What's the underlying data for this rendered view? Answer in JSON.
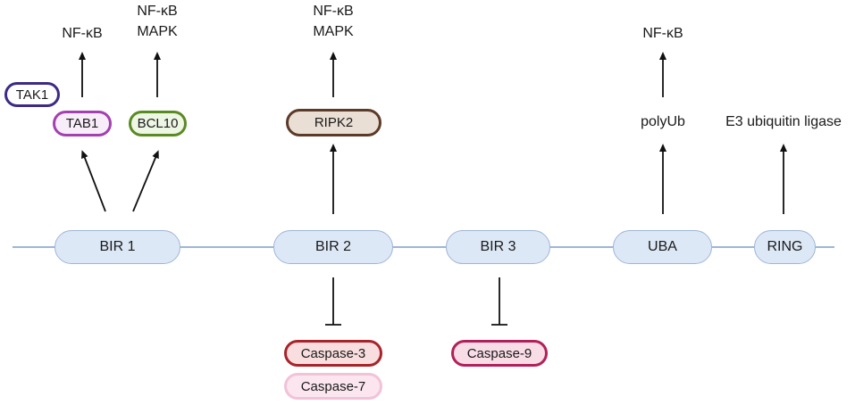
{
  "domains": [
    {
      "id": "bir1",
      "label": "BIR 1"
    },
    {
      "id": "bir2",
      "label": "BIR 2"
    },
    {
      "id": "bir3",
      "label": "BIR 3"
    },
    {
      "id": "uba",
      "label": "UBA"
    },
    {
      "id": "ring",
      "label": "RING"
    }
  ],
  "partners": {
    "tak1": "TAK1",
    "tab1": "TAB1",
    "bcl10": "BCL10",
    "ripk2": "RIPK2",
    "caspase3": "Caspase-3",
    "caspase7": "Caspase-7",
    "caspase9": "Caspase-9"
  },
  "outputs": {
    "tab1_pathway": "NF-κB",
    "bcl10_pathway_line1": "NF-κB",
    "bcl10_pathway_line2": "MAPK",
    "ripk2_pathway_line1": "NF-κB",
    "ripk2_pathway_line2": "MAPK",
    "uba_product": "polyUb",
    "uba_pathway": "NF-κB",
    "ring_function": "E3 ubiquitin ligase"
  },
  "colors": {
    "backbone": "#9eb6d6",
    "domain_fill": "#dde8f7",
    "arrow": "#111111",
    "tak1": "#3d2a86",
    "tab1": "#a341b0",
    "bcl10": "#5a8a24",
    "ripk2": "#5c3a28",
    "caspase3": "#a8232a",
    "caspase7": "#f2c2d8",
    "caspase9": "#b2205a"
  }
}
